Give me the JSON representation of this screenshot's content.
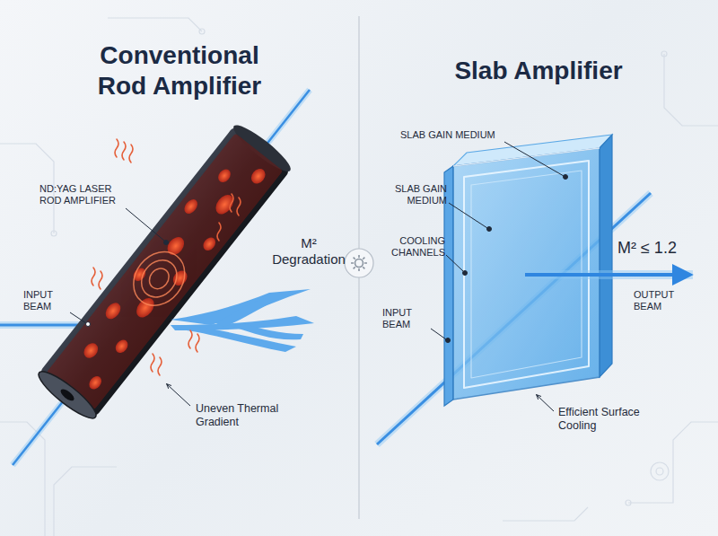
{
  "diagram": {
    "labels": [
      "Conventional Rod Amplifier",
      "Slab Amplifier",
      "ND:YAG LASER ROD AMPLIFIER",
      "M² Degradation",
      "INPUT BEAM",
      "Uneven Thermal Gradient",
      "SLAB GAIN MEDIUM",
      "SLAB GAIN MEDIUM",
      "COOLING CHANNELS",
      "M² ≤ 1.2",
      "OUTPUT BEAM",
      "INPUT BEAM",
      "Efficient Surface Cooling"
    ]
  }
}
